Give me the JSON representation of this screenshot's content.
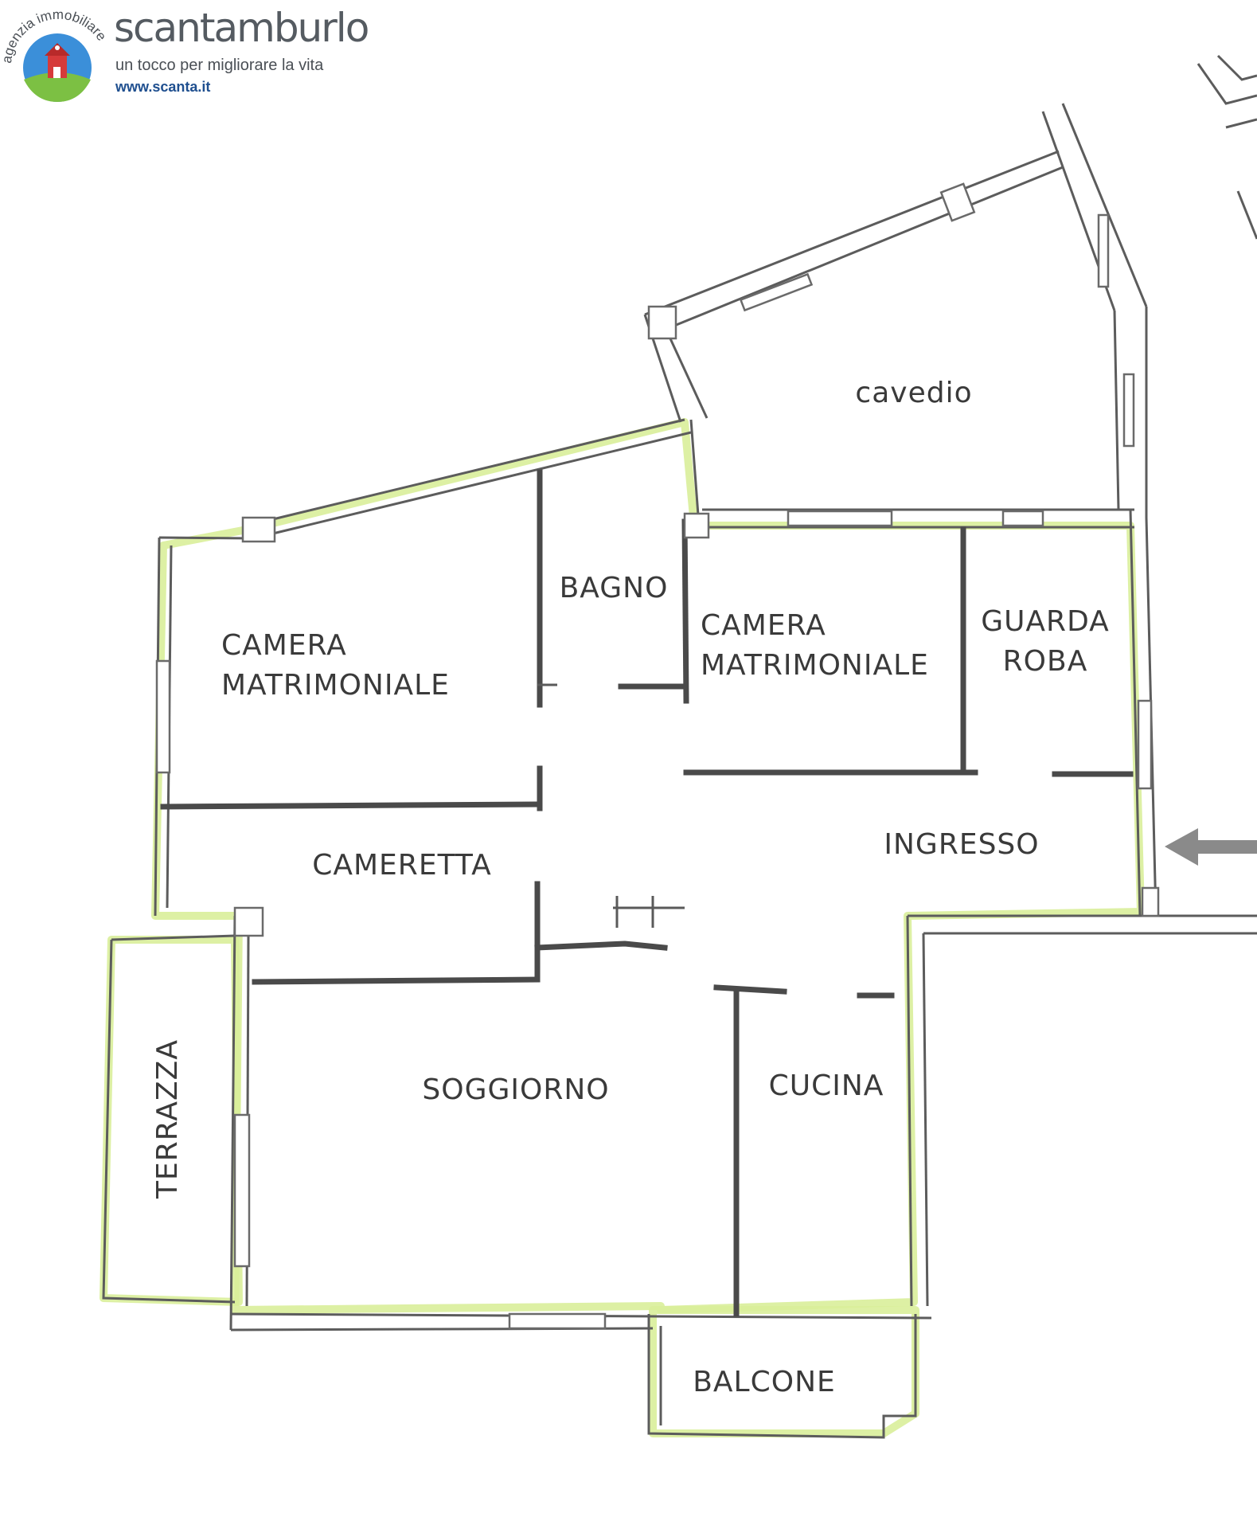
{
  "logo": {
    "arc_text": "agenzia immobiliare",
    "name": "scantamburlo",
    "tagline": "un tocco per migliorare la vita",
    "url": "www.scanta.it",
    "colors": {
      "name": "#555b61",
      "url": "#1f4f8f",
      "sky": "#3b8fd9",
      "grass": "#7cc043",
      "house": "#d63a3a"
    }
  },
  "rooms": {
    "cavedio": "cavedio",
    "bagno": "BAGNO",
    "camera_left_1": "CAMERA",
    "camera_left_2": "MATRIMONIALE",
    "camera_center_1": "CAMERA",
    "camera_center_2": "MATRIMONIALE",
    "guardaroba_1": "GUARDA",
    "guardaroba_2": "ROBA",
    "ingresso": "INGRESSO",
    "cameretta": "CAMERETTA",
    "soggiorno": "SOGGIORNO",
    "cucina": "CUCINA",
    "terrazza": "TERRAZZA",
    "balcone": "BALCONE"
  },
  "colors": {
    "wall": "#4a4a4a",
    "perimeter_highlight": "#d9ee9a",
    "label": "#3a3a3a",
    "entrance_arrow": "#8a8a8a"
  },
  "icons": {
    "entrance": "arrow-left-icon"
  }
}
